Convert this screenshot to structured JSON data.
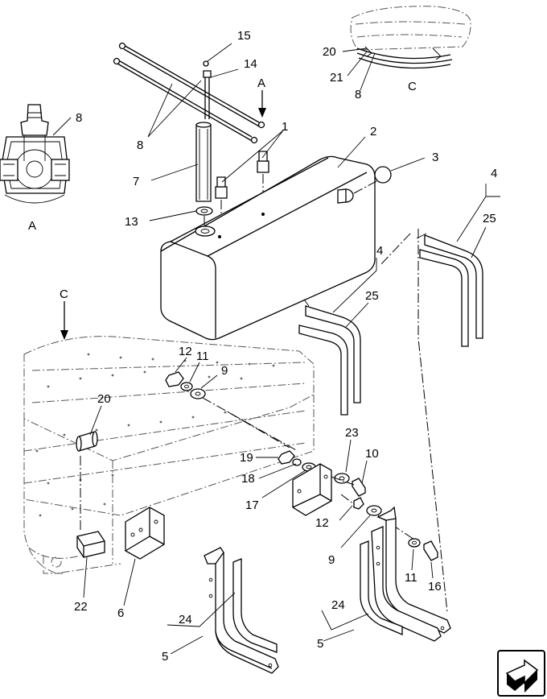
{
  "callouts": [
    {
      "id": "c15a",
      "text": "15"
    },
    {
      "id": "c14",
      "text": "14"
    },
    {
      "id": "cA1",
      "text": "A"
    },
    {
      "id": "c8a",
      "text": "8"
    },
    {
      "id": "c8b",
      "text": "8"
    },
    {
      "id": "c1",
      "text": "1"
    },
    {
      "id": "c2",
      "text": "2"
    },
    {
      "id": "c3",
      "text": "3"
    },
    {
      "id": "c7",
      "text": "7"
    },
    {
      "id": "c13",
      "text": "13"
    },
    {
      "id": "cA2",
      "text": "A"
    },
    {
      "id": "c4a",
      "text": "4"
    },
    {
      "id": "c25a",
      "text": "25"
    },
    {
      "id": "c4b",
      "text": "4"
    },
    {
      "id": "c25b",
      "text": "25"
    },
    {
      "id": "cC1",
      "text": "C"
    },
    {
      "id": "c12a",
      "text": "12"
    },
    {
      "id": "c11a",
      "text": "11"
    },
    {
      "id": "c9a",
      "text": "9"
    },
    {
      "id": "c20a",
      "text": "20"
    },
    {
      "id": "c23",
      "text": "23"
    },
    {
      "id": "c10",
      "text": "10"
    },
    {
      "id": "c19",
      "text": "19"
    },
    {
      "id": "c18",
      "text": "18"
    },
    {
      "id": "c17",
      "text": "17"
    },
    {
      "id": "c12b",
      "text": "12"
    },
    {
      "id": "c9b",
      "text": "9"
    },
    {
      "id": "c11b",
      "text": "11"
    },
    {
      "id": "c16",
      "text": "16"
    },
    {
      "id": "c22",
      "text": "22"
    },
    {
      "id": "c6",
      "text": "6"
    },
    {
      "id": "c24a",
      "text": "24"
    },
    {
      "id": "c5a",
      "text": "5"
    },
    {
      "id": "c24b",
      "text": "24"
    },
    {
      "id": "c5b",
      "text": "5"
    },
    {
      "id": "c20b",
      "text": "20"
    },
    {
      "id": "c21",
      "text": "21"
    },
    {
      "id": "c8c",
      "text": "8"
    },
    {
      "id": "cC2",
      "text": "C"
    }
  ],
  "nav": {
    "icon": "next-page-arrow-icon"
  }
}
